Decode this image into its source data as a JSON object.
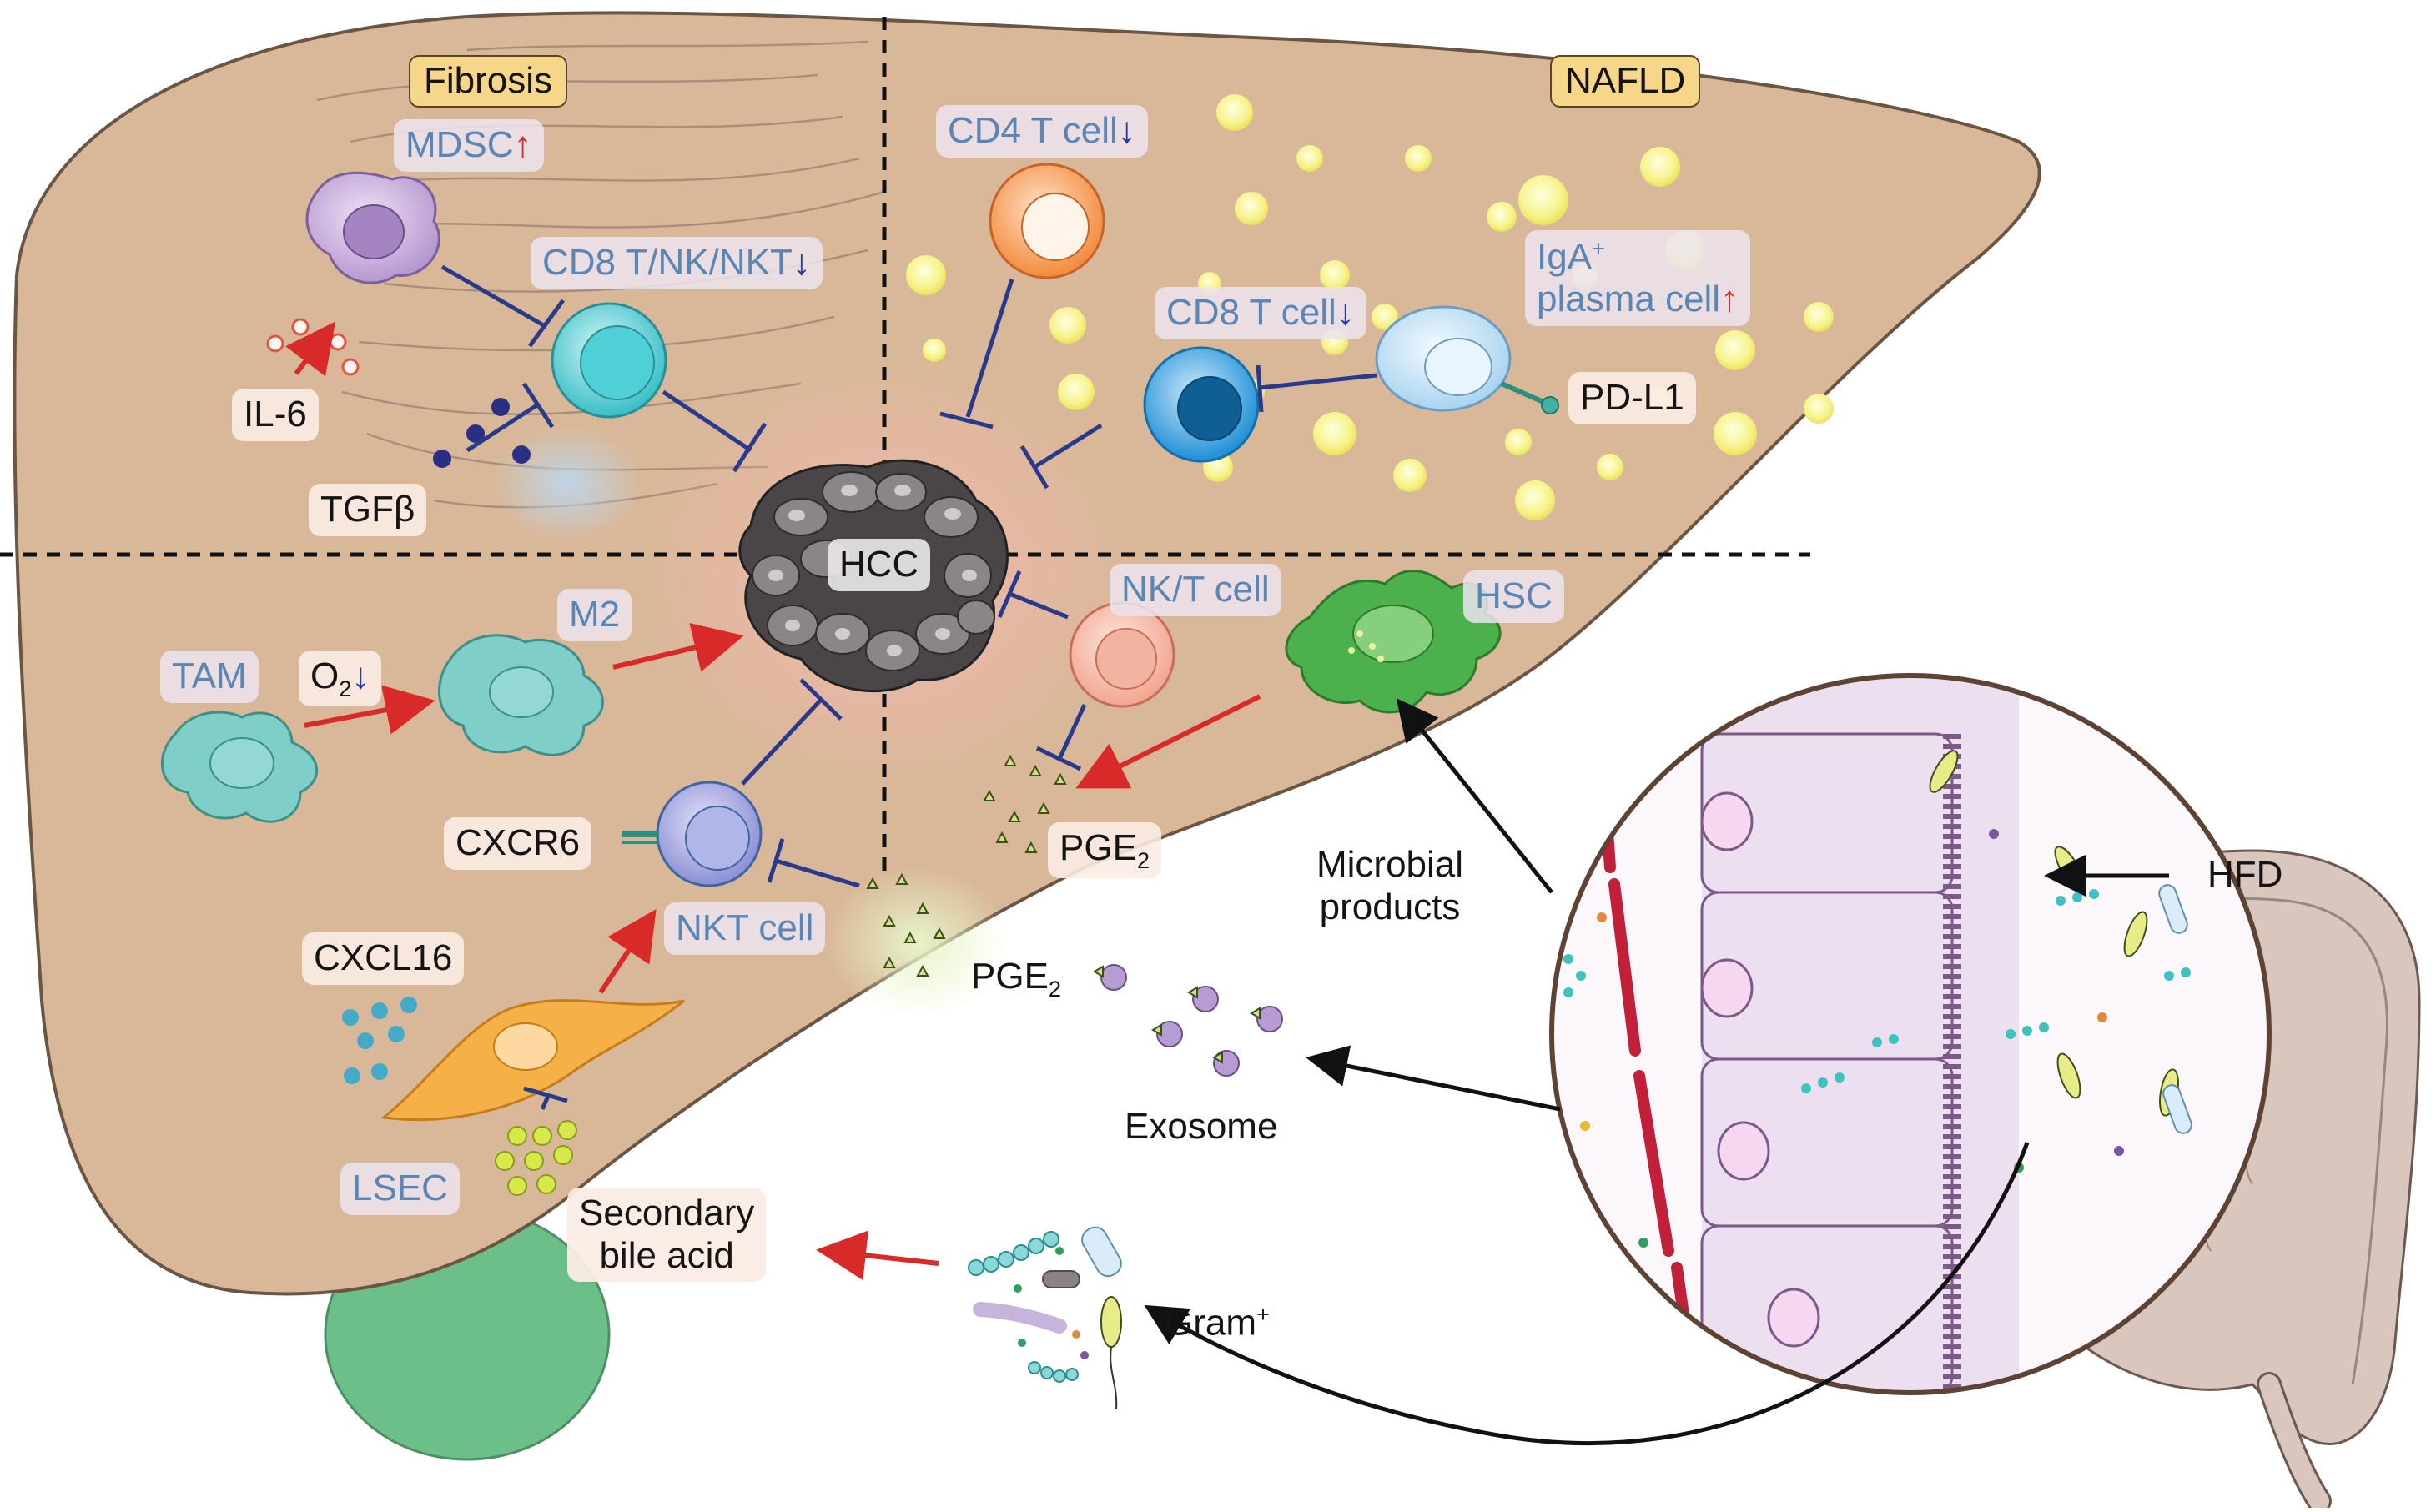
{
  "quadrants": {
    "fibrosis": "Fibrosis",
    "nafld": "NAFLD"
  },
  "tumor": "HCC",
  "cells": {
    "mdsc": "MDSC",
    "cd8_nk_nkt": "CD8 T/NK/NKT",
    "cd4_t": "CD4 T cell",
    "cd8_t": "CD8 T cell",
    "iga_line1": "IgA",
    "iga_sup": "+",
    "iga_line2": "plasma cell",
    "tam": "TAM",
    "m2": "M2",
    "nk_t": "NK/T cell",
    "hsc": "HSC",
    "nkt": "NKT cell",
    "lsec": "LSEC"
  },
  "molecules": {
    "il6": "IL-6",
    "tgfb": "TGFβ",
    "pdl1": "PD-L1",
    "o2": "O",
    "o2_sub": "2",
    "cxcr6": "CXCR6",
    "cxcl16": "CXCL16",
    "pge": "PGE",
    "pge_sub": "2"
  },
  "gut": {
    "microbial_line1": "Microbial",
    "microbial_line2": "products",
    "hfd": "HFD",
    "exosome": "Exosome",
    "secondary_line1": "Secondary",
    "secondary_line2": "bile acid",
    "gram": "Gram",
    "gram_sup": "+"
  },
  "arrows": {
    "up_glyph": "↑",
    "down_glyph": "↓"
  },
  "colors": {
    "liver": "#d9b899",
    "liver_outline": "#6b5644",
    "activation_arrow": "#d92a2a",
    "inhibition": "#2a3a8a",
    "label_blue": "#5a86b6"
  }
}
